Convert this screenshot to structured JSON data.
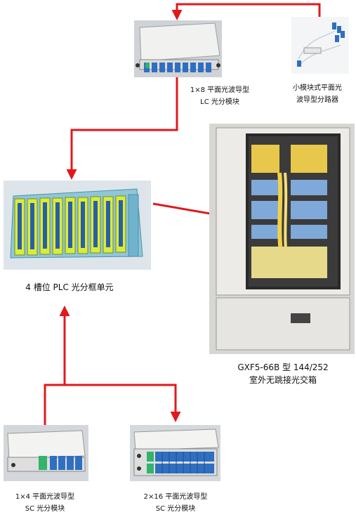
{
  "nodes": {
    "lc_module": {
      "caption_lines": [
        "1×8 平面光波导型",
        "LC 光分模块"
      ]
    },
    "mini_splitter": {
      "caption_lines": [
        "小模块式平面光",
        "波导型分路器"
      ]
    },
    "frame_unit": {
      "caption_lines": [
        "4 槽位 PLC 光分框单元"
      ]
    },
    "cabinet": {
      "caption_lines": [
        "GXF5-66B 型 144/252",
        "室外无跳接光交箱"
      ]
    },
    "sc_1x4": {
      "caption_lines": [
        "1×4 平面光波导型",
        "SC 光分模块"
      ]
    },
    "sc_2x16": {
      "caption_lines": [
        "2×16 平面光波导型",
        "SC 光分模块"
      ]
    }
  },
  "colors": {
    "arrow": "#e0191c",
    "connector_blue": "#2f6fc2",
    "connector_green": "#33b36b",
    "frame_yellow": "#d9ec3c",
    "frame_blue": "#3fa3c9"
  }
}
